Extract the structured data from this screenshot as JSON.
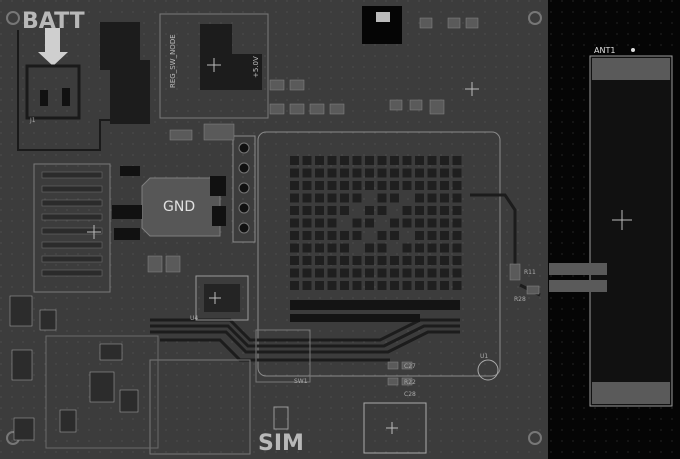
{
  "board": {
    "batt_label": "BATT",
    "gnd_label": "GND",
    "sim_label": "SIM",
    "antenna_label": "ANT1",
    "reg_label": "REG_SW_NODE",
    "v5_label": "+5.0V",
    "ref_u1": "U1",
    "ref_sw1": "SW1",
    "ref_r11": "R11",
    "ref_r28": "R28",
    "ref_c27": "C27",
    "ref_r22": "R22",
    "ref_c28": "C28",
    "ref_u4": "U4",
    "ref_j1": "J1"
  },
  "colors": {
    "board_fill": "#3c3c3c",
    "copper_dark": "#1f1f1f",
    "silk": "#b8b8b8",
    "outline": "#8a8a8a",
    "keepout": "#000000"
  }
}
